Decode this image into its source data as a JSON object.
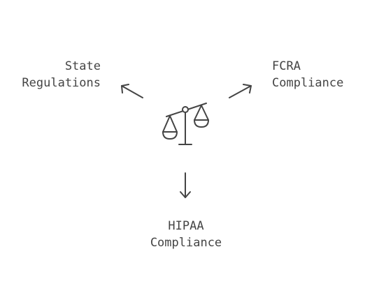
{
  "nodes": {
    "left": {
      "line1": "State",
      "line2": "Regulations"
    },
    "right": {
      "line1": "FCRA",
      "line2": "Compliance"
    },
    "bottom": {
      "line1": "HIPAA",
      "line2": "Compliance"
    }
  },
  "center_icon": "balance-scale-icon",
  "colors": {
    "stroke": "#444444",
    "background": "#ffffff"
  }
}
